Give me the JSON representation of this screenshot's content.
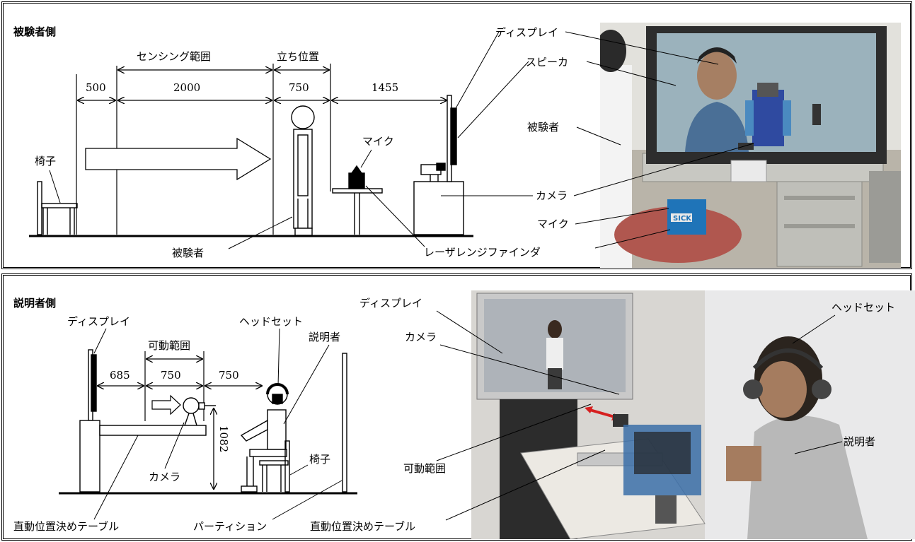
{
  "top": {
    "title": "被験者側",
    "dims": {
      "sensing_range": "センシング範囲",
      "standing_position": "立ち位置",
      "d500": "500",
      "d2000": "2000",
      "d750": "750",
      "d1455": "1455"
    },
    "labels": {
      "chair": "椅子",
      "mic_diagram": "マイク",
      "subject_diagram": "被験者",
      "lrf": "レーザレンジファインダ",
      "display": "ディスプレイ",
      "speaker": "スピーカ",
      "subject_photo": "被験者",
      "camera": "カメラ",
      "mic_photo": "マイク"
    },
    "photo_brand": "SICK"
  },
  "bottom": {
    "title": "説明者側",
    "dims": {
      "movable_range": "可動範囲",
      "d685": "685",
      "d750a": "750",
      "d750b": "750",
      "d1082": "1082"
    },
    "labels": {
      "display": "ディスプレイ",
      "headset": "ヘッドセット",
      "explainer": "説明者",
      "camera": "カメラ",
      "chair": "椅子",
      "linear_table": "直動位置決めテーブル",
      "partition": "パーティション",
      "linear_table_photo": "直動位置決めテーブル",
      "display_photo": "ディスプレイ",
      "camera_photo": "カメラ",
      "movable_range_photo": "可動範囲",
      "headset_photo": "ヘッドセット",
      "explainer_photo": "説明者"
    }
  }
}
